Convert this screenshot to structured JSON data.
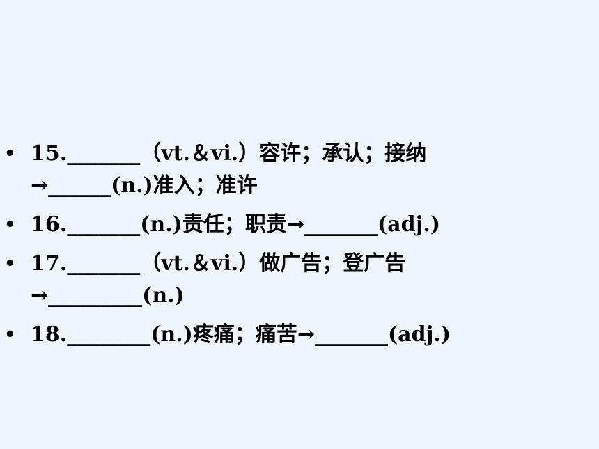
{
  "items": [
    {
      "bullet": "•",
      "lines": [
        "15._______（vt.＆vi.）容许；承认；接纳",
        "→______(n.)准入；准许"
      ]
    },
    {
      "bullet": "•",
      "lines": [
        "16._______(n.)责任；职责→_______(adj.)"
      ]
    },
    {
      "bullet": "•",
      "lines": [
        "17._______（vt.＆vi.）做广告；登广告",
        "→_________(n.)"
      ]
    },
    {
      "bullet": "•",
      "lines": [
        "18.________(n.)疼痛；痛苦→_______(adj.)"
      ]
    }
  ]
}
